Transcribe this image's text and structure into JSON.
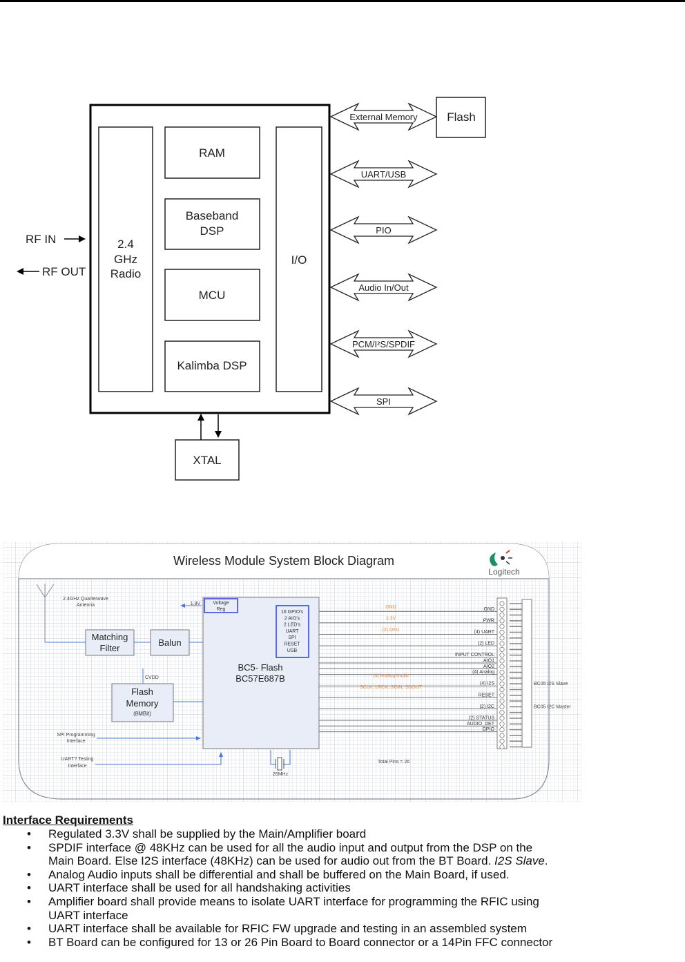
{
  "page": {
    "type": "datasheet page"
  },
  "chip_diagram": {
    "radio_block": [
      "2.4",
      "GHz",
      "Radio"
    ],
    "core_blocks": [
      {
        "lines": [
          "RAM"
        ]
      },
      {
        "lines": [
          "Baseband",
          "DSP"
        ]
      },
      {
        "lines": [
          "MCU"
        ]
      },
      {
        "lines": [
          "Kalimba DSP"
        ]
      }
    ],
    "io_block": "I/O",
    "rf_in": "RF IN",
    "rf_out": "RF OUT",
    "xtal": "XTAL",
    "flash": "Flash",
    "interfaces": [
      {
        "label": "External Memory"
      },
      {
        "label": "UART/USB"
      },
      {
        "label": "PIO"
      },
      {
        "label": "Audio In/Out"
      },
      {
        "label": "PCM/I²S/SPDIF"
      },
      {
        "label": "SPI"
      }
    ]
  },
  "system_diagram": {
    "title": "Wireless Module System Block Diagram",
    "logo_text": "Logitech",
    "colors": {
      "grid": "#c8ccd8",
      "block_fill": "#e8edf7",
      "wire": "#4a78d4",
      "highlight": "#2e3be0",
      "orange": "#f08a3c"
    },
    "antenna": [
      "2.4GHz Quarterwave",
      "Antenna"
    ],
    "matching_filter": [
      "Matching",
      "Filter"
    ],
    "balun": "Balun",
    "voltage_reg": [
      "Voltage",
      "Reg"
    ],
    "v18": "1.8V",
    "chip": [
      "BC5- Flash",
      "BC57E687B"
    ],
    "io_list": [
      "16 GPIO's",
      "2 AIO's",
      "2 LED's",
      "UART",
      "SPI",
      "RESET",
      "USB"
    ],
    "cvdd": "CVDD",
    "flash_memory": [
      "Flash",
      "Memory",
      "(8MBit)"
    ],
    "spi_prog": [
      "SPI Programming",
      "Interface"
    ],
    "uart_test": [
      "UART? Testing",
      "Interface"
    ],
    "crystal": "26MHz",
    "total_pins": "Total Pins = 26",
    "signal_notes": [
      {
        "text": "GND",
        "row": 0
      },
      {
        "text": "3.3V",
        "row": 2
      },
      {
        "text": "(2) DFU",
        "row": 4
      },
      {
        "text": "(4) Analog Audio",
        "row": 12
      },
      {
        "text": "SCLK, LRCK, SDIN, SDOUT",
        "row": 14
      }
    ],
    "pins": [
      {
        "label": "GND",
        "row": 1
      },
      {
        "label": "PWR",
        "row": 3
      },
      {
        "label": "(4) UART",
        "row": 5
      },
      {
        "label": "(2) LED",
        "row": 7
      },
      {
        "label": "INPUT CONTROL",
        "row": 9
      },
      {
        "label": "AIO1",
        "row": 10
      },
      {
        "label": "AIO2",
        "row": 11
      },
      {
        "label": "(4) Analog",
        "row": 12
      },
      {
        "label": "(4) I2S",
        "row": 14
      },
      {
        "label": "RESET",
        "row": 16
      },
      {
        "label": "(2) I2C",
        "row": 18
      },
      {
        "label": "(2) STATUS",
        "row": 20
      },
      {
        "label": "AUDIO_DET",
        "row": 21
      },
      {
        "label": "GPIO",
        "row": 22
      }
    ],
    "pin_count": 26,
    "side_notes": [
      {
        "text": "BC05 I2S Slave",
        "row": 14
      },
      {
        "text": "BC05 I2C Master",
        "row": 18
      }
    ]
  },
  "requirements": {
    "heading": "Interface Requirements",
    "items": [
      {
        "text": "Regulated 3.3V shall be supplied by the Main/Amplifier board"
      },
      {
        "text": "SPDIF interface @ 48KHz can be used for all the audio input and output from the DSP on the",
        "text2": "Main Board. Else I2S interface (48KHz) can be used for audio out from the BT Board. ",
        "italic": "I2S Slave",
        "tail": "."
      },
      {
        "text": "Analog Audio inputs shall be differential and shall be buffered on the Main Board, if used."
      },
      {
        "text": "UART interface shall be used for all handshaking activities"
      },
      {
        "text": "Amplifier board shall provide means to isolate UART interface for programming the RFIC using",
        "text2": "UART interface"
      },
      {
        "text": "UART interface shall be available for RFIC FW upgrade and testing in an assembled system"
      },
      {
        "text": "BT Board can be configured for 13 or 26 Pin Board to Board connector or a 14Pin FFC connector"
      }
    ]
  }
}
